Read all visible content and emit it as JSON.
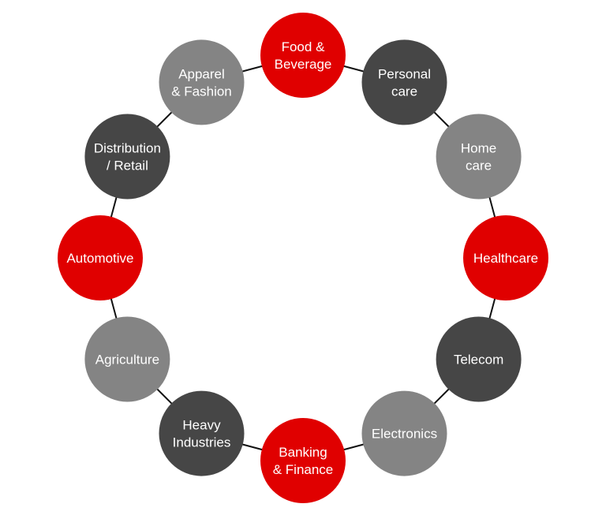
{
  "colors": {
    "red": "#e00000",
    "dark": "#464646",
    "gray": "#848484",
    "connector": "#111111"
  },
  "nodes": [
    {
      "id": "food-beverage",
      "lines": [
        "Food &",
        "Beverage"
      ],
      "color": "red"
    },
    {
      "id": "personal-care",
      "lines": [
        "Personal",
        "care"
      ],
      "color": "dark"
    },
    {
      "id": "home-care",
      "lines": [
        "Home",
        "care"
      ],
      "color": "gray"
    },
    {
      "id": "healthcare",
      "lines": [
        "Healthcare"
      ],
      "color": "red"
    },
    {
      "id": "telecom",
      "lines": [
        "Telecom"
      ],
      "color": "dark"
    },
    {
      "id": "electronics",
      "lines": [
        "Electronics"
      ],
      "color": "gray"
    },
    {
      "id": "banking-finance",
      "lines": [
        "Banking",
        "& Finance"
      ],
      "color": "red"
    },
    {
      "id": "heavy-industries",
      "lines": [
        "Heavy",
        "Industries"
      ],
      "color": "dark"
    },
    {
      "id": "agriculture",
      "lines": [
        "Agriculture"
      ],
      "color": "gray"
    },
    {
      "id": "automotive",
      "lines": [
        "Automotive"
      ],
      "color": "red"
    },
    {
      "id": "distribution-retail",
      "lines": [
        "Distribution",
        "/ Retail"
      ],
      "color": "dark"
    },
    {
      "id": "apparel-fashion",
      "lines": [
        "Apparel",
        "& Fashion"
      ],
      "color": "gray"
    }
  ]
}
